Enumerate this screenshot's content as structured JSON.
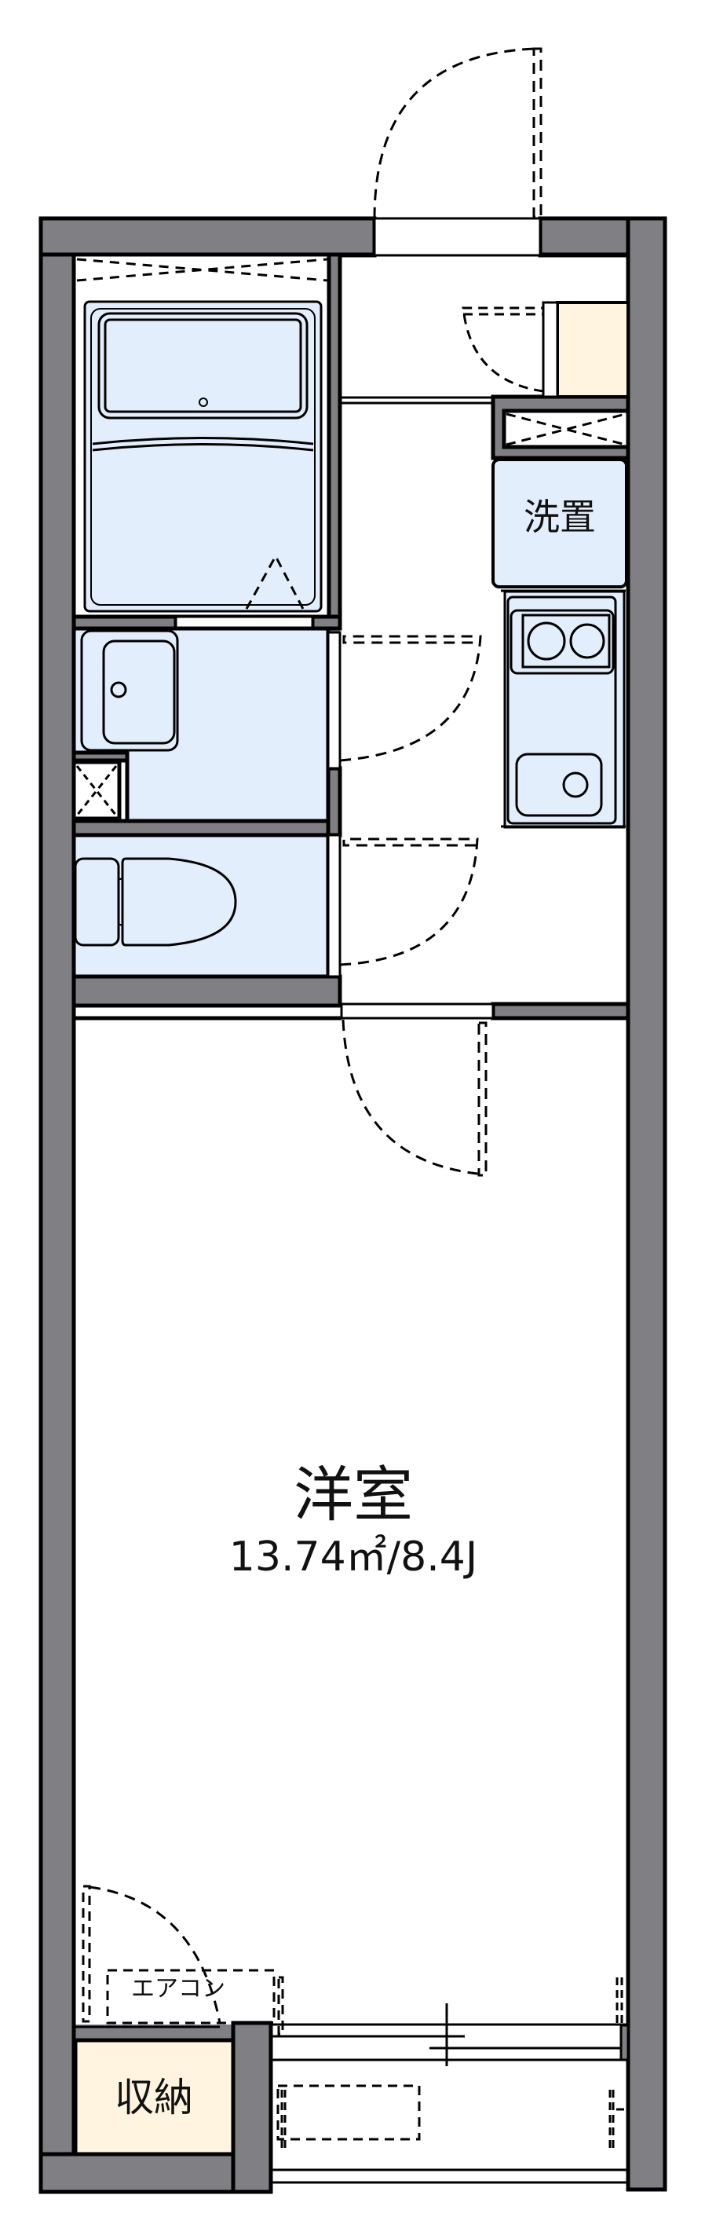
{
  "floorplan": {
    "rooms": {
      "western_room": {
        "name": "洋室",
        "area": "13.74㎡/8.4J"
      },
      "washer_space": {
        "label": "洗置"
      },
      "storage": {
        "label": "収納"
      },
      "aircon": {
        "label": "エアコン"
      }
    },
    "fixtures": [
      "entrance-door",
      "shoe-cabinet",
      "unit-bath",
      "washbasin",
      "toilet",
      "kitchen-stove",
      "kitchen-sink",
      "balcony"
    ],
    "colors": {
      "wall": "#808084",
      "wet_area": "#e3eefc",
      "storage": "#fff4e0",
      "line": "#000000",
      "background": "#ffffff"
    }
  }
}
